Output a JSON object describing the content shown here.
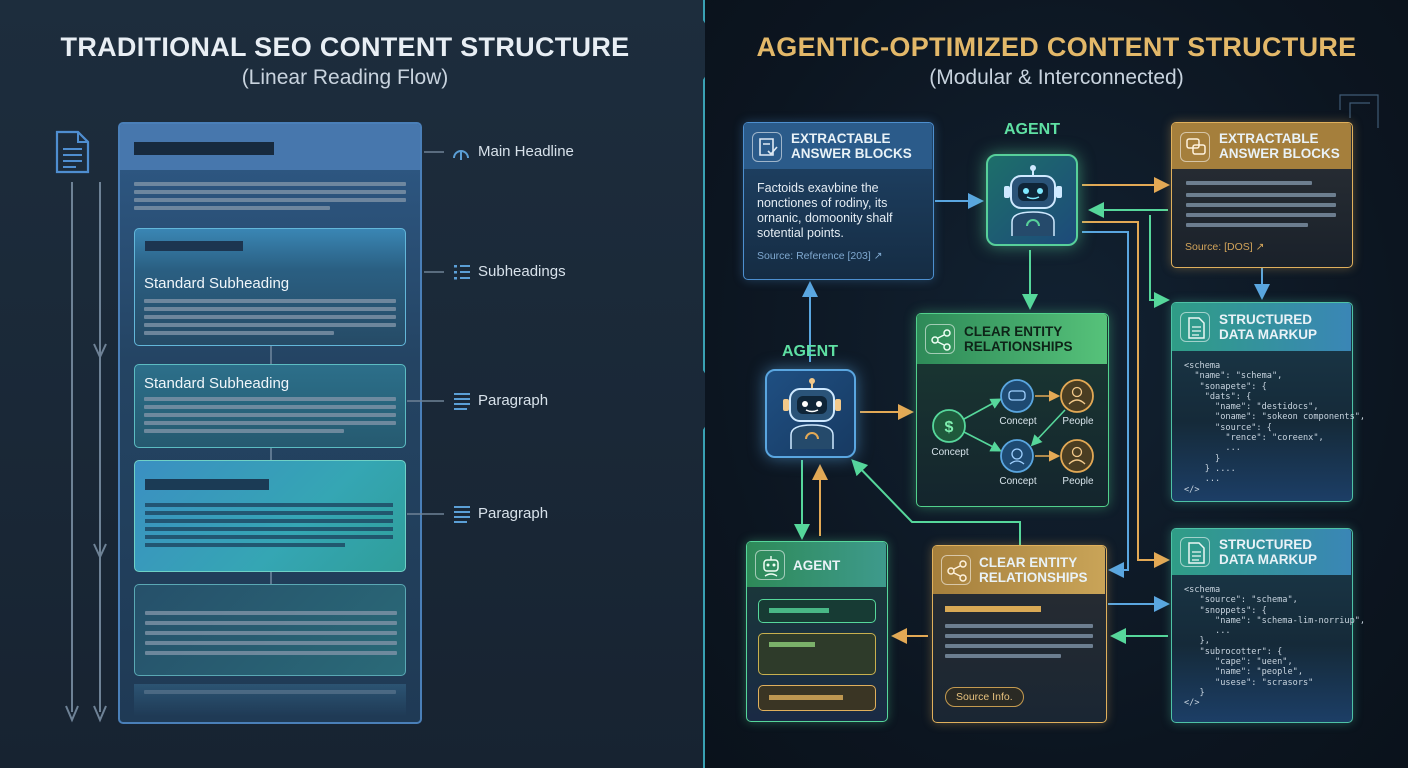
{
  "left": {
    "title": "TRADITIONAL SEO CONTENT STRUCTURE",
    "subtitle": "(Linear Reading Flow)",
    "sub1": "Standard Subheading",
    "sub2": "Standard Subheading",
    "labels": {
      "main": "Main Headline",
      "subs": "Subheadings",
      "para1": "Paragraph",
      "para2": "Paragraph"
    }
  },
  "right": {
    "title": "AGENTIC-OPTIMIZED CONTENT STRUCTURE",
    "subtitle": "(Modular & Interconnected)",
    "extract1": {
      "title": "EXTRACTABLE ANSWER BLOCKS",
      "body": "Factoids exavbine the nonctiones of rodiny, its ornanic, domoonity shalf sotential points.",
      "source": "Source: Reference [203]"
    },
    "extract2": {
      "title": "EXTRACTABLE ANSWER BLOCKS",
      "source": "Source: [DOS]"
    },
    "agent_top": "AGENT",
    "agent_mid": "AGENT",
    "agent_bottom": "AGENT",
    "entity1": {
      "title": "CLEAR ENTITY RELATIONSHIPS",
      "nodes": {
        "c1": "Concept",
        "c2": "Concept",
        "c3": "Concept",
        "p1": "People",
        "p2": "People"
      }
    },
    "entity2": {
      "title": "CLEAR ENTITY RELATIONSHIPS",
      "button": "Source Info."
    },
    "struct1": {
      "title": "STRUCTURED DATA MARKUP",
      "code": "<schema\n  \"name\": \"schema\",\n   \"sonapete\": {\n    \"dats\": {\n      \"name\": \"destidocs\",\n      \"oname\": \"sokeon components\",\n      \"source\": {\n        \"rence\": \"coreenx\",\n        ...\n      }\n    } ....\n    ...\n</>"
    },
    "struct2": {
      "title": "STRUCTURED DATA MARKUP",
      "code": "<schema\n   \"source\": \"schema\",\n   \"snoppets\": {\n      \"name\": \"schema-lim-norriup\",\n      ...\n   },\n   \"subrocotter\": {\n      \"cape\": \"ueen\",\n      \"name\": \"people\",\n      \"usese\": \"scrasors\"\n   }\n</>"
    }
  }
}
